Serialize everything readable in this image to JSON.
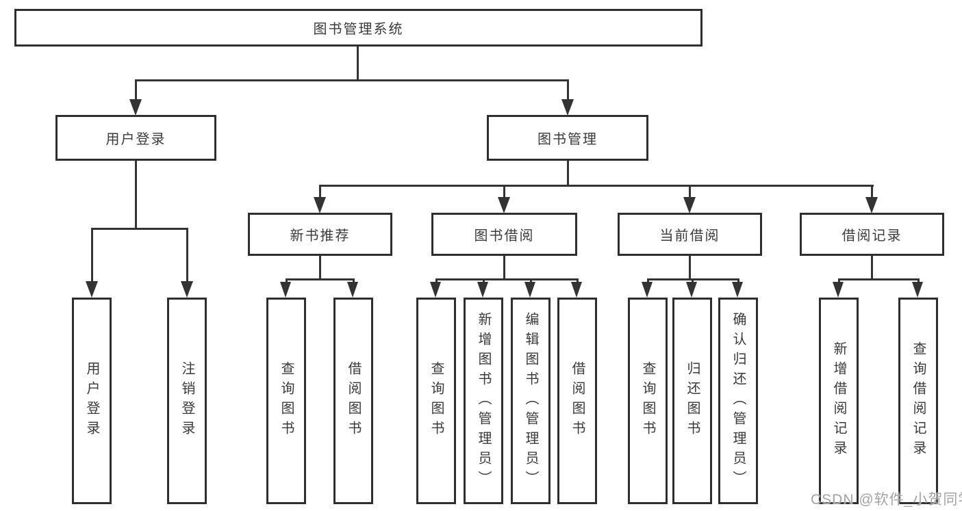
{
  "tree": {
    "label": "图书管理系统",
    "children": [
      {
        "label": "用户登录",
        "children": [
          {
            "label": "用户登录"
          },
          {
            "label": "注销登录"
          }
        ]
      },
      {
        "label": "图书管理",
        "children": [
          {
            "label": "新书推荐",
            "children": [
              {
                "label": "查询图书"
              },
              {
                "label": "借阅图书"
              }
            ]
          },
          {
            "label": "图书借阅",
            "children": [
              {
                "label": "查询图书"
              },
              {
                "label": "新增图书（管理员）"
              },
              {
                "label": "编辑图书（管理员）"
              },
              {
                "label": "借阅图书"
              }
            ]
          },
          {
            "label": "当前借阅",
            "children": [
              {
                "label": "查询图书"
              },
              {
                "label": "归还图书"
              },
              {
                "label": "确认归还（管理员）"
              }
            ]
          },
          {
            "label": "借阅记录",
            "children": [
              {
                "label": "新增借阅记录"
              },
              {
                "label": "查询借阅记录"
              }
            ]
          }
        ]
      }
    ]
  },
  "watermark": "CSDN @软件_小贺同学",
  "colors": {
    "line": "#333333",
    "box_border": "#2e2e2e",
    "text": "#3a3a3a",
    "watermark": "#a3a3a3",
    "background": "#ffffff"
  }
}
